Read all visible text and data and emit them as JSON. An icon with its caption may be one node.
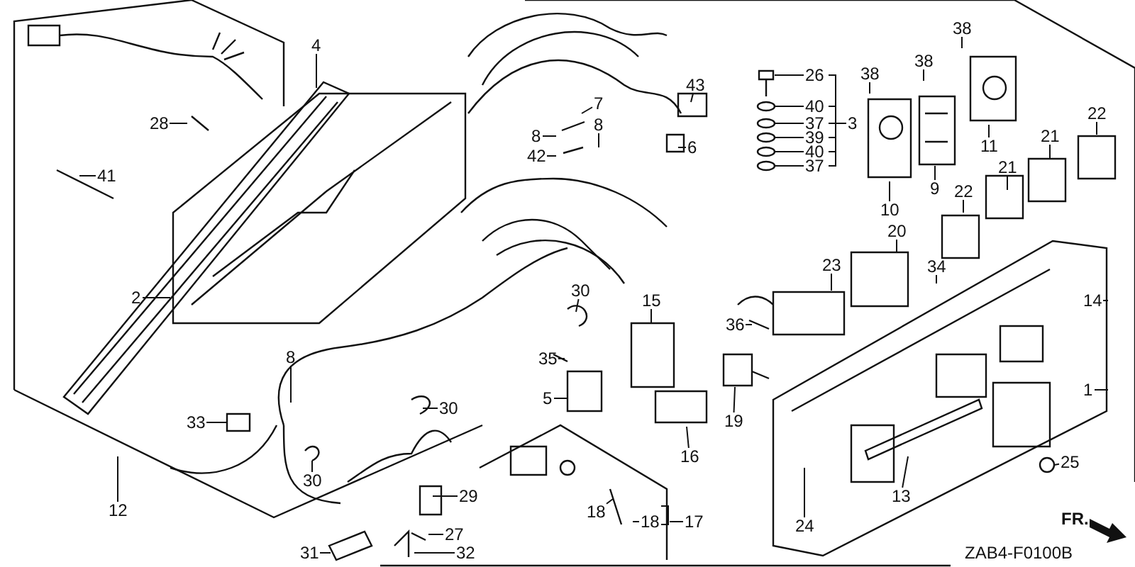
{
  "diagram": {
    "nodes": [
      {
        "text": [
          "4"
        ]
      },
      {
        "text": [
          "38"
        ]
      },
      {
        "text": [
          "26"
        ]
      },
      {
        "text": [
          "38"
        ]
      },
      {
        "text": [
          "38"
        ]
      },
      {
        "text": [
          "43"
        ]
      },
      {
        "text": [
          "7"
        ]
      },
      {
        "text": [
          "40"
        ]
      },
      {
        "text": [
          "22"
        ]
      },
      {
        "text": [
          "3"
        ]
      },
      {
        "text": [
          "37"
        ]
      },
      {
        "text": [
          "28"
        ]
      },
      {
        "text": [
          "8"
        ]
      },
      {
        "text": [
          "8"
        ]
      },
      {
        "text": [
          "21"
        ]
      },
      {
        "text": [
          "39"
        ]
      },
      {
        "text": [
          "11"
        ]
      },
      {
        "text": [
          "6"
        ]
      },
      {
        "text": [
          "40"
        ]
      },
      {
        "text": [
          "42"
        ]
      },
      {
        "text": [
          "37"
        ]
      },
      {
        "text": [
          "21"
        ]
      },
      {
        "text": [
          "41"
        ]
      },
      {
        "text": [
          "9"
        ]
      },
      {
        "text": [
          "22"
        ]
      },
      {
        "text": [
          "10"
        ]
      },
      {
        "text": [
          "20"
        ]
      },
      {
        "text": [
          "23"
        ]
      },
      {
        "text": [
          "34"
        ]
      },
      {
        "text": [
          "30"
        ]
      },
      {
        "text": [
          "2"
        ]
      },
      {
        "text": [
          "14"
        ]
      },
      {
        "text": [
          "15"
        ]
      },
      {
        "text": [
          "36"
        ]
      },
      {
        "text": [
          "8"
        ]
      },
      {
        "text": [
          "35"
        ]
      },
      {
        "text": [
          "1"
        ]
      },
      {
        "text": [
          "5"
        ]
      },
      {
        "text": [
          "30"
        ]
      },
      {
        "text": [
          "19"
        ]
      },
      {
        "text": [
          "33"
        ]
      },
      {
        "text": [
          "16"
        ]
      },
      {
        "text": [
          "25"
        ]
      },
      {
        "text": [
          "30"
        ]
      },
      {
        "text": [
          "13"
        ]
      },
      {
        "text": [
          "29"
        ]
      },
      {
        "text": [
          "12"
        ]
      },
      {
        "text": [
          "18"
        ]
      },
      {
        "text": [
          "17"
        ]
      },
      {
        "text": [
          "18"
        ]
      },
      {
        "text": [
          "24"
        ]
      },
      {
        "text": [
          "27"
        ]
      },
      {
        "text": [
          "31"
        ]
      },
      {
        "text": [
          "32"
        ]
      }
    ],
    "edges": [
      {
        "from": 0,
        "to": null,
        "arrow": "none"
      },
      {
        "from": 1,
        "to": null,
        "arrow": "none"
      },
      {
        "from": 2,
        "to": null,
        "arrow": "none"
      },
      {
        "from": 3,
        "to": null,
        "arrow": "none"
      },
      {
        "from": 4,
        "to": null,
        "arrow": "none"
      },
      {
        "from": 5,
        "to": null,
        "arrow": "none"
      },
      {
        "from": 6,
        "to": null,
        "arrow": "none"
      },
      {
        "from": 7,
        "to": null,
        "arrow": "none"
      },
      {
        "from": 8,
        "to": null,
        "arrow": "none"
      },
      {
        "from": 9,
        "to": null,
        "arrow": "none"
      },
      {
        "from": 10,
        "to": null,
        "arrow": "none"
      },
      {
        "from": 11,
        "to": null,
        "arrow": "none"
      },
      {
        "from": 12,
        "to": null,
        "arrow": "none"
      },
      {
        "from": 13,
        "to": null,
        "arrow": "none"
      },
      {
        "from": 14,
        "to": null,
        "arrow": "none"
      },
      {
        "from": 15,
        "to": null,
        "arrow": "none"
      },
      {
        "from": 16,
        "to": null,
        "arrow": "none"
      },
      {
        "from": 17,
        "to": null,
        "arrow": "none"
      },
      {
        "from": 18,
        "to": null,
        "arrow": "none"
      },
      {
        "from": 19,
        "to": null,
        "arrow": "none"
      },
      {
        "from": 20,
        "to": null,
        "arrow": "none"
      },
      {
        "from": 21,
        "to": null,
        "arrow": "none"
      },
      {
        "from": 22,
        "to": null,
        "arrow": "none"
      },
      {
        "from": 23,
        "to": null,
        "arrow": "none"
      },
      {
        "from": 24,
        "to": null,
        "arrow": "none"
      },
      {
        "from": 25,
        "to": null,
        "arrow": "none"
      },
      {
        "from": 26,
        "to": null,
        "arrow": "none"
      },
      {
        "from": 27,
        "to": null,
        "arrow": "none"
      },
      {
        "from": 28,
        "to": null,
        "arrow": "none"
      },
      {
        "from": 29,
        "to": null,
        "arrow": "none"
      },
      {
        "from": 30,
        "to": null,
        "arrow": "none"
      },
      {
        "from": 31,
        "to": null,
        "arrow": "none"
      },
      {
        "from": 32,
        "to": null,
        "arrow": "none"
      },
      {
        "from": 33,
        "to": null,
        "arrow": "none"
      },
      {
        "from": 34,
        "to": null,
        "arrow": "none"
      },
      {
        "from": 35,
        "to": null,
        "arrow": "none"
      },
      {
        "from": 36,
        "to": null,
        "arrow": "none"
      },
      {
        "from": 37,
        "to": null,
        "arrow": "none"
      },
      {
        "from": 38,
        "to": null,
        "arrow": "none"
      },
      {
        "from": 39,
        "to": null,
        "arrow": "none"
      },
      {
        "from": 40,
        "to": null,
        "arrow": "none"
      },
      {
        "from": 41,
        "to": null,
        "arrow": "none"
      },
      {
        "from": 42,
        "to": null,
        "arrow": "none"
      },
      {
        "from": 43,
        "to": null,
        "arrow": "none"
      },
      {
        "from": 44,
        "to": null,
        "arrow": "none"
      },
      {
        "from": 45,
        "to": null,
        "arrow": "none"
      },
      {
        "from": 46,
        "to": null,
        "arrow": "none"
      },
      {
        "from": 47,
        "to": null,
        "arrow": "none"
      },
      {
        "from": 48,
        "to": null,
        "arrow": "none"
      },
      {
        "from": 49,
        "to": null,
        "arrow": "none"
      },
      {
        "from": 50,
        "to": null,
        "arrow": "none"
      },
      {
        "from": 51,
        "to": null,
        "arrow": "none"
      },
      {
        "from": 52,
        "to": null,
        "arrow": "none"
      },
      {
        "from": 53,
        "to": null,
        "arrow": "none"
      }
    ],
    "labels": [
      "FR.",
      "ZAB4-F0100B"
    ]
  }
}
